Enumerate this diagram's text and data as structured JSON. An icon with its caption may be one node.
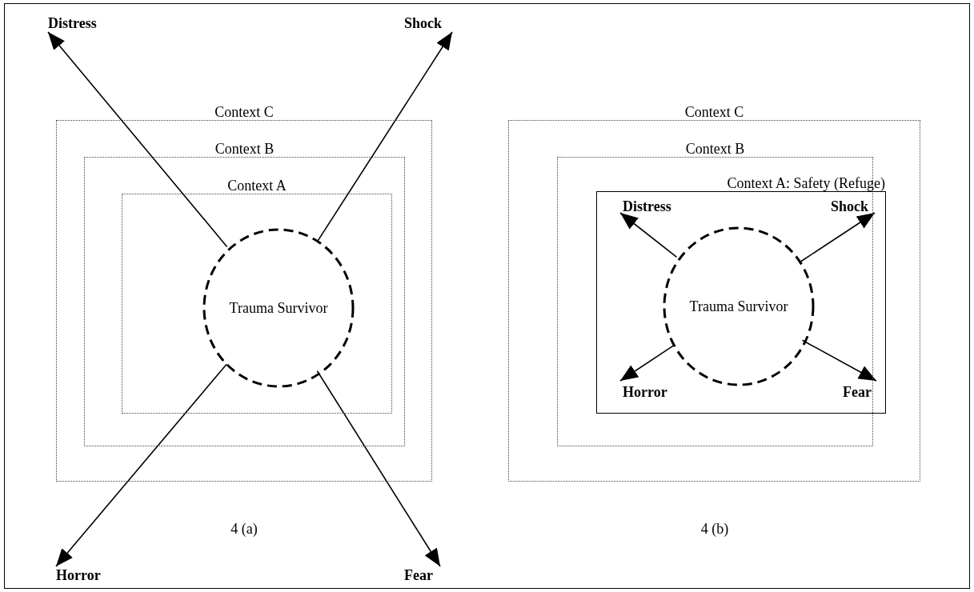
{
  "diagram": {
    "nodes": [
      {
        "text": [
          "Context C"
        ]
      },
      {
        "text": [
          "Context B"
        ],
        "in": 0
      },
      {
        "text": [
          "Context A"
        ],
        "in": 1
      },
      {
        "text": [
          "Trauma Survivor"
        ],
        "in": 2
      },
      {
        "text": [
          "Distress"
        ]
      },
      {
        "text": [
          "Shock"
        ]
      },
      {
        "text": [
          "Horror"
        ]
      },
      {
        "text": [
          "Fear"
        ]
      },
      {
        "text": [
          "Context C"
        ]
      },
      {
        "text": [
          "Context B"
        ],
        "in": 8
      },
      {
        "text": [
          "Context A: Safety (Refuge)"
        ],
        "in": 9
      },
      {
        "text": [
          "Trauma Survivor"
        ],
        "in": 10
      },
      {
        "text": [
          "Distress"
        ],
        "in": 10
      },
      {
        "text": [
          "Shock"
        ],
        "in": 10
      },
      {
        "text": [
          "Horror"
        ],
        "in": 10
      },
      {
        "text": [
          "Fear"
        ],
        "in": 10
      }
    ],
    "edges": [
      {
        "from": 3,
        "to": 4,
        "arrow": "to"
      },
      {
        "from": 3,
        "to": 5,
        "arrow": "to"
      },
      {
        "from": 3,
        "to": 6,
        "arrow": "to"
      },
      {
        "from": 3,
        "to": 7,
        "arrow": "to"
      },
      {
        "from": 11,
        "to": 12,
        "arrow": "to"
      },
      {
        "from": 11,
        "to": 13,
        "arrow": "to"
      },
      {
        "from": 11,
        "to": 14,
        "arrow": "to"
      },
      {
        "from": 11,
        "to": 15,
        "arrow": "to"
      }
    ],
    "labels": [
      "4 (a)",
      "4 (b)"
    ]
  }
}
